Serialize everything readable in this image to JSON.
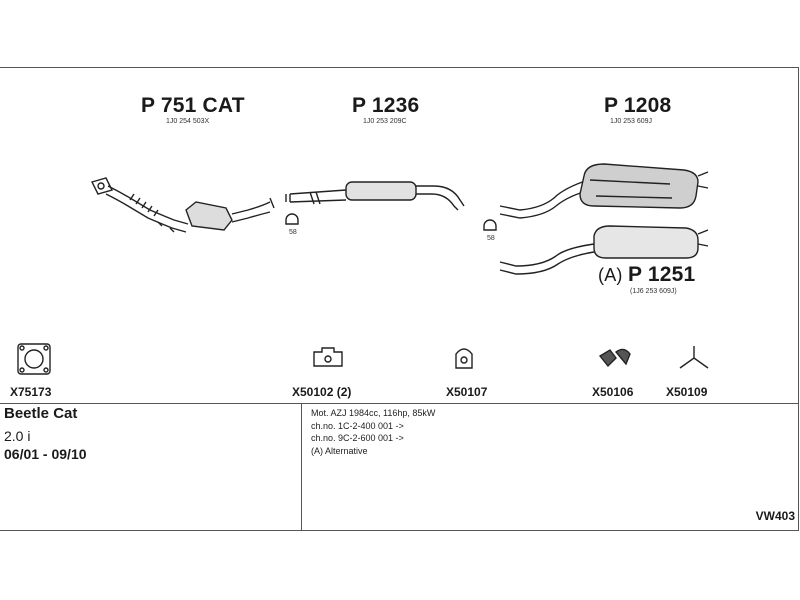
{
  "parts": [
    {
      "title": "P 751 CAT",
      "ref": "1J0 254 503X"
    },
    {
      "title": "P 1236",
      "ref": "1J0 253 209C"
    },
    {
      "title": "P 1208",
      "ref": "1J0 253 609J"
    }
  ],
  "alternative_part": {
    "prefix": "(A)",
    "title": "P 1251",
    "ref": "(1J6 253 609J)"
  },
  "hanger_tags": [
    "58",
    "58"
  ],
  "fittings": [
    "X75173",
    "X50102 (2)",
    "X50107",
    "X50106",
    "X50109"
  ],
  "vehicle": {
    "model": "Beetle Cat",
    "engine": "2.0 i",
    "years": "06/01 - 09/10"
  },
  "notes": [
    "Mot. AZJ 1984cc, 116hp, 85kW",
    "ch.no. 1C-2-400 001 ->",
    "ch.no. 9C-2-600 001 ->",
    "(A) Alternative"
  ],
  "diagram_code": "VW403"
}
